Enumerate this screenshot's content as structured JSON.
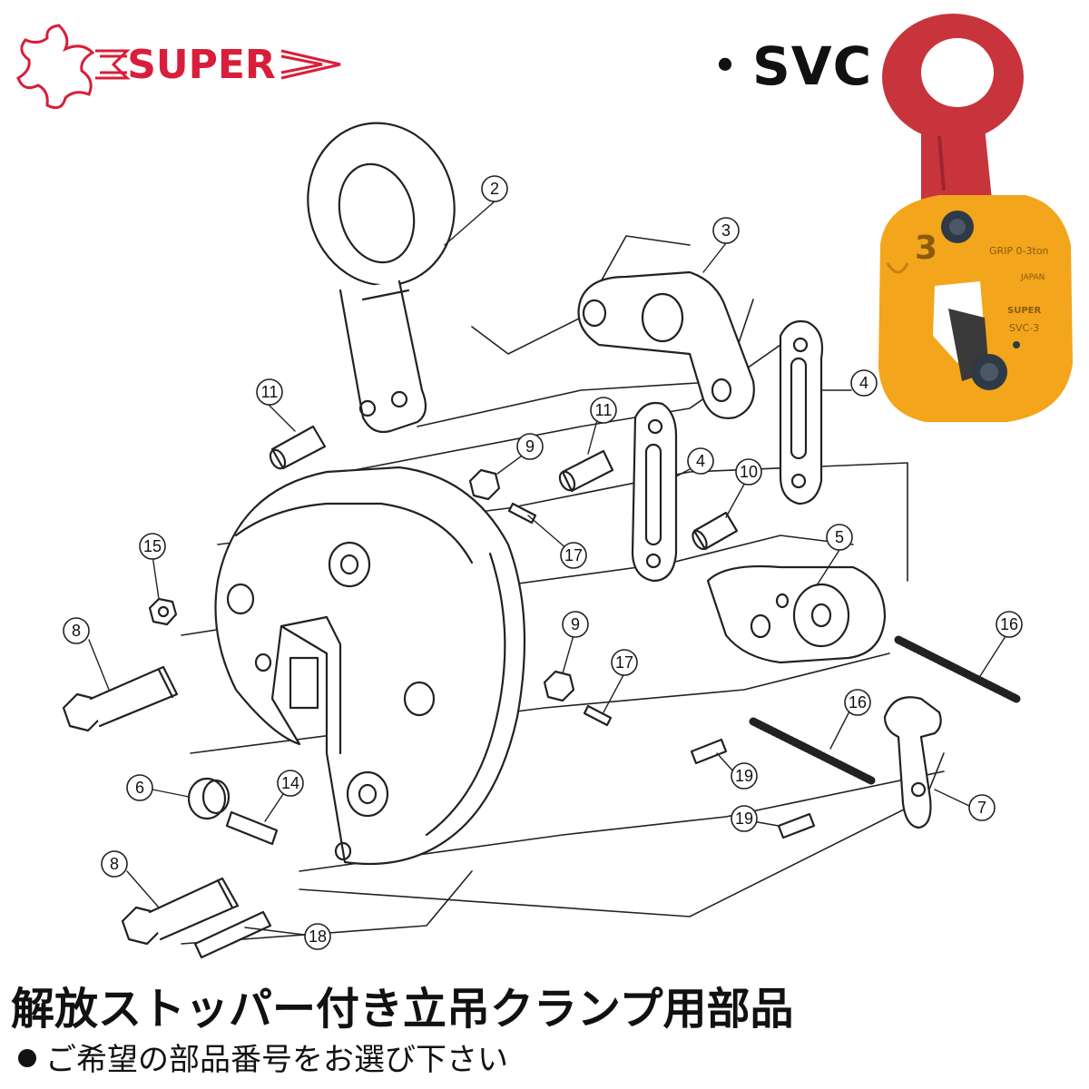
{
  "logo": {
    "text": "SUPER",
    "color": "#d81e3a"
  },
  "model_label": "・SVC",
  "photo": {
    "ring_color": "#c8343c",
    "body_color": "#f3a51c",
    "body_marking_number": "3",
    "grip_text": "GRIP 0-3ton",
    "japan_text": "JAPAN",
    "model_text": "SVC-3",
    "brand_text": "SUPER"
  },
  "title": "解放ストッパー付き立吊クランプ用部品",
  "instruction": "ご希望の部品番号をお選び下さい",
  "callouts": [
    "2",
    "3",
    "4",
    "4",
    "5",
    "6",
    "7",
    "8",
    "8",
    "9",
    "9",
    "10",
    "11",
    "11",
    "14",
    "15",
    "16",
    "16",
    "17",
    "17",
    "18",
    "19",
    "19"
  ],
  "colors": {
    "line": "#222222",
    "text": "#111111"
  }
}
